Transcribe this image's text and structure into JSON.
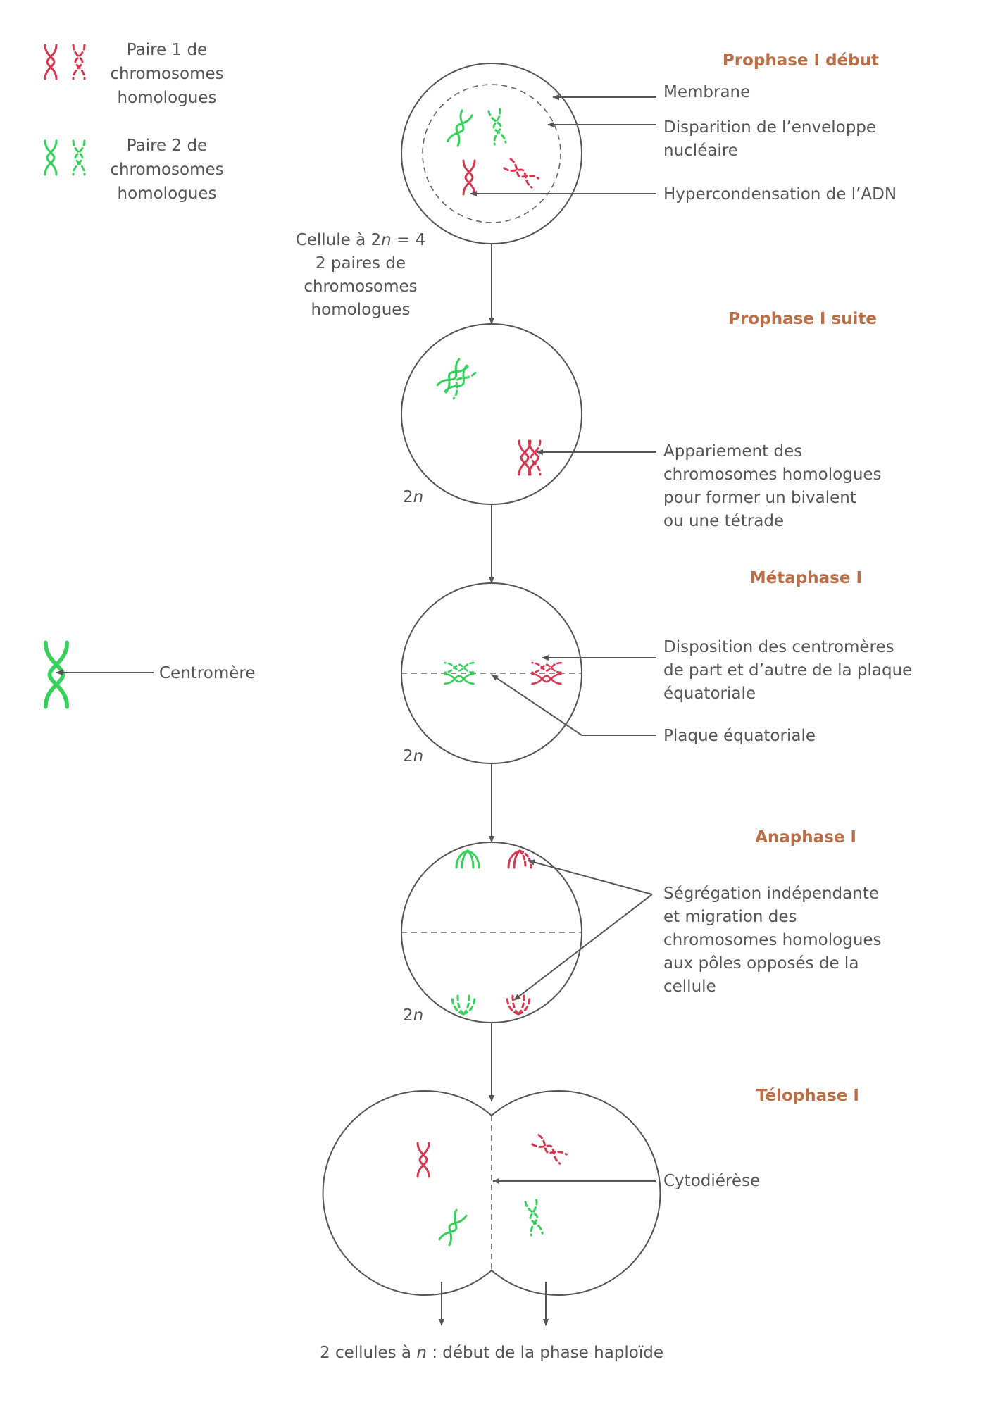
{
  "colors": {
    "red": "#d9364f",
    "green": "#35d15a",
    "stage_title": "#b96e47",
    "line": "#555555"
  },
  "legend": {
    "pair1": [
      "Paire 1 de",
      "chromosomes",
      "homologues"
    ],
    "pair2": [
      "Paire 2 de",
      "chromosomes",
      "homologues"
    ],
    "centromere": "Centromère"
  },
  "stages": {
    "prophase_debut": "Prophase I début",
    "prophase_suite": "Prophase I suite",
    "metaphase": "Métaphase I",
    "anaphase": "Anaphase I",
    "telophase": "Télophase I"
  },
  "labels": {
    "membrane": "Membrane",
    "enveloppe": [
      "Disparition de l’enveloppe",
      "nucléaire"
    ],
    "hypercondensation": "Hypercondensation de l’ADN",
    "cellule": {
      "prefix": "Cellule à 2",
      "var": "n",
      "suffix": " = 4",
      "lines": [
        "2 paires de",
        "chromosomes",
        "homologues"
      ]
    },
    "appariement": [
      "Appariement des",
      "chromosomes homologues",
      "pour former un bivalent",
      "ou une tétrade"
    ],
    "disposition": [
      "Disposition des centromères",
      "de part et d’autre de la plaque",
      "équatoriale"
    ],
    "plaque": "Plaque équatoriale",
    "segregation": [
      "Ségrégation indépendante",
      "et migration des",
      "chromosomes homologues",
      "aux pôles opposés de la",
      "cellule"
    ],
    "cytodierese": "Cytodiérèse",
    "ploidy_num": "2",
    "ploidy_var": "n",
    "footer": {
      "prefix": "2 cellules à ",
      "var": "n",
      "suffix": " : début de la phase haploïde"
    }
  }
}
